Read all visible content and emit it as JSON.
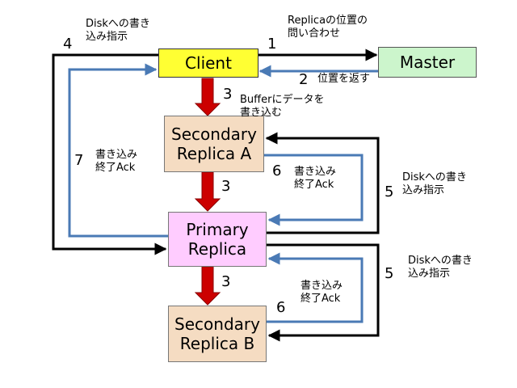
{
  "nodes": {
    "client": "Client",
    "master": "Master",
    "secondary_a": "Secondary\nReplica A",
    "primary": "Primary\nReplica",
    "secondary_b": "Secondary\nReplica B"
  },
  "steps": {
    "s1": {
      "num": "1",
      "text": "Replicaの位置の\n問い合わせ"
    },
    "s2": {
      "num": "2",
      "text": "位置を返す"
    },
    "s3a": {
      "num": "3",
      "text": "Bufferにデータを\n書き込む"
    },
    "s3b": {
      "num": "3"
    },
    "s3c": {
      "num": "3"
    },
    "s4": {
      "num": "4",
      "text": "Diskへの書き\n込み指示"
    },
    "s5a": {
      "num": "5",
      "text": "Diskへの書き\n込み指示"
    },
    "s5b": {
      "num": "5",
      "text": "Diskへの書き\n込み指示"
    },
    "s6a": {
      "num": "6",
      "text": "書き込み\n終了Ack"
    },
    "s6b": {
      "num": "6",
      "text": "書き込み\n終了Ack"
    },
    "s7": {
      "num": "7",
      "text": "書き込み\n終了Ack"
    }
  },
  "colors": {
    "client": "#ffff33",
    "master": "#ccf5cc",
    "secondary": "#f5dcc2",
    "primary": "#ffccff",
    "data_arrow": "#cc0000",
    "control_arrow": "#000000",
    "ack_arrow": "#4a7ab5"
  }
}
